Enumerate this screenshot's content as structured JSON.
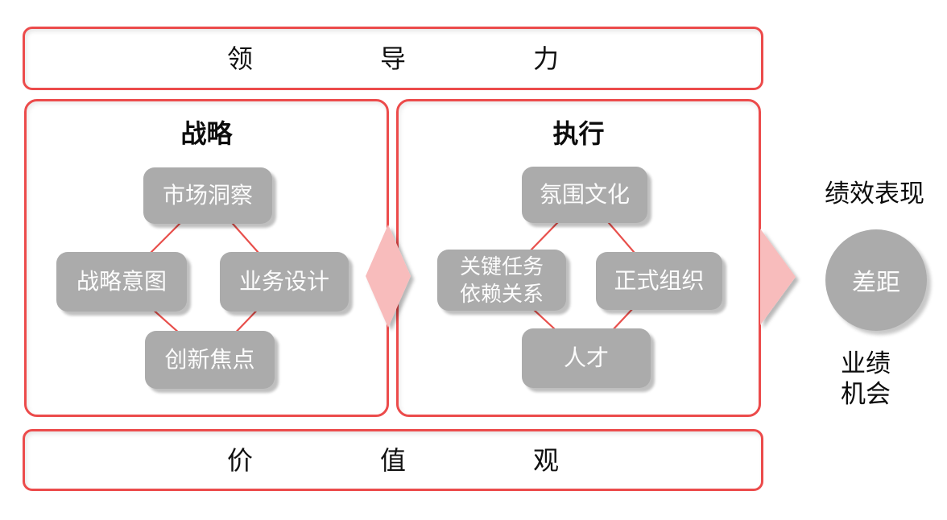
{
  "top_banner": {
    "char1": "领",
    "char2": "导",
    "char3": "力"
  },
  "bottom_banner": {
    "char1": "价",
    "char2": "值",
    "char3": "观"
  },
  "left_panel": {
    "title": "战略",
    "node_top": "市场洞察",
    "node_left": "战略意图",
    "node_right": "业务设计",
    "node_bottom": "创新焦点"
  },
  "right_panel": {
    "title": "执行",
    "node_top": "氛围文化",
    "node_left_line1": "关键任务",
    "node_left_line2": "依赖关系",
    "node_right": "正式组织",
    "node_bottom": "人才"
  },
  "outcome": {
    "label_top": "绩效表现",
    "circle_label": "差距",
    "label_bottom_line1": "业绩",
    "label_bottom_line2": "机会"
  },
  "colors": {
    "border_red": "#EC4B4B",
    "connector_red": "#E8504C",
    "shape_pink": "#F8BCBC",
    "node_gray": "#ABABAB"
  }
}
